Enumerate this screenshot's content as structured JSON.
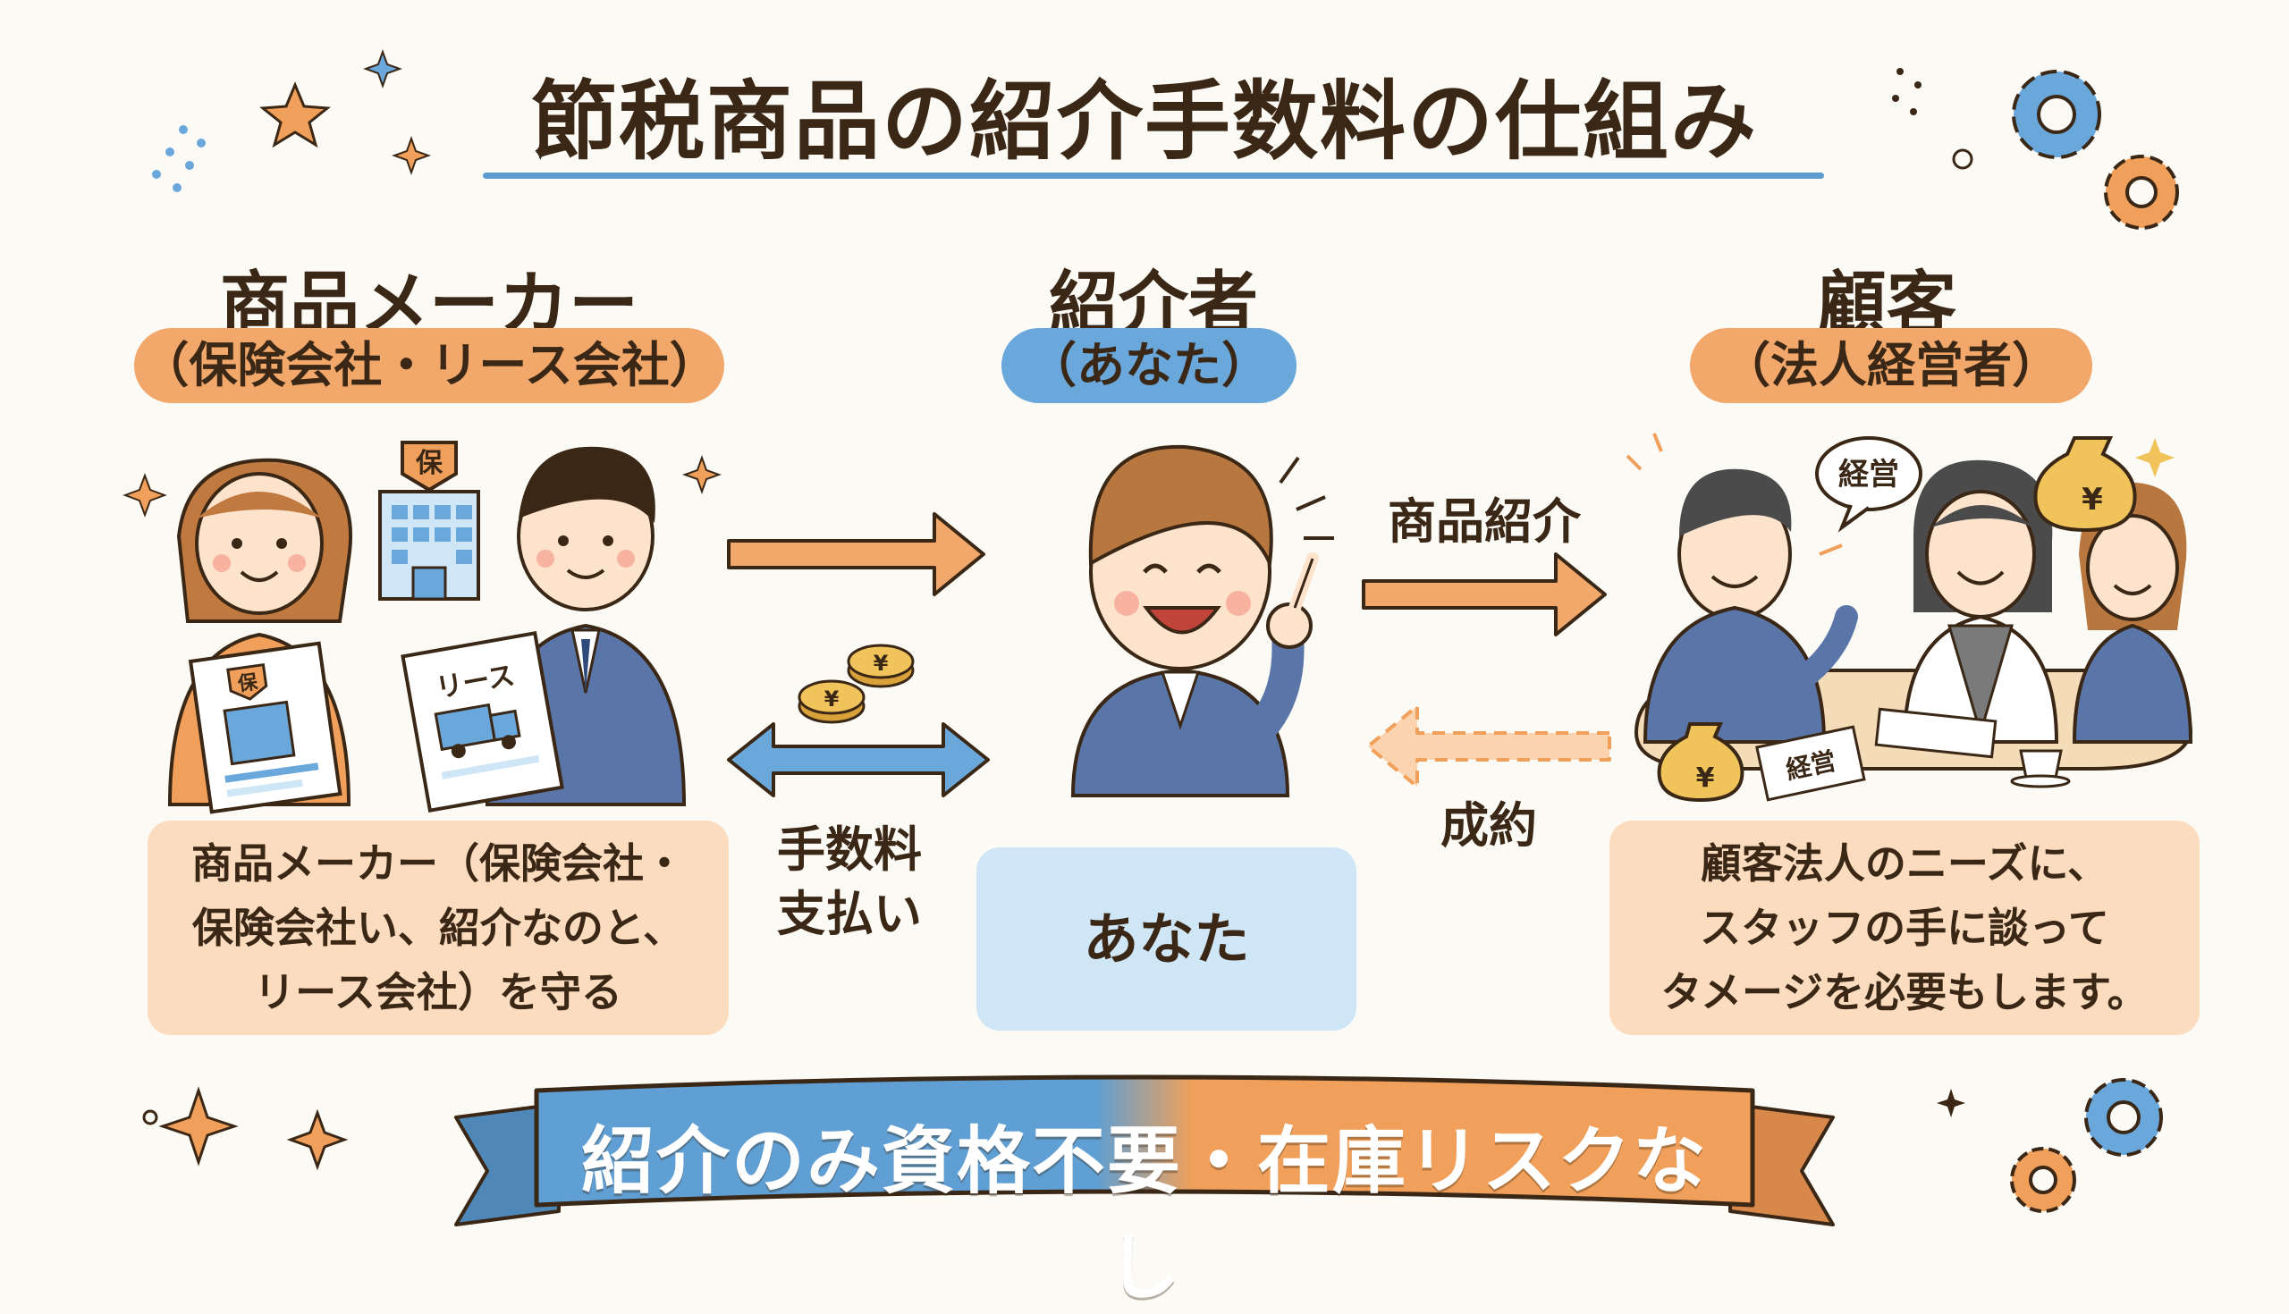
{
  "title": "節税商品の紹介手数料の仕組み",
  "maker": {
    "heading": "商品メーカー",
    "subtitle": "（保険会社・リース会社）",
    "box_lines": [
      "商品メーカー（保険会社・",
      "保険会社い、紹介なのと、",
      "リース会社）を守る"
    ],
    "sign_hoken": "保",
    "sign_lease": "リース"
  },
  "introducer": {
    "heading": "紹介者",
    "subtitle": "（あなた）",
    "box_text": "あなた"
  },
  "customer": {
    "heading": "顧客",
    "subtitle": "（法人経営者）",
    "box_lines": [
      "顧客法人のニーズに、",
      "スタッフの手に談って",
      "タメージを必要もします。"
    ],
    "bubble": "経営",
    "paper": "経営"
  },
  "arrows": {
    "commission_lines": [
      "手数料",
      "支払い"
    ],
    "introduce": "商品紹介",
    "contract": "成約"
  },
  "coin_symbol": "¥",
  "banner": "紹介のみ資格不要・在庫リスクなし",
  "colors": {
    "orange": "#f2a86b",
    "blue": "#6aa8dc",
    "peach": "#fbdcbf",
    "sky": "#cfe6f6",
    "title_underline": "#5b9bd0"
  }
}
